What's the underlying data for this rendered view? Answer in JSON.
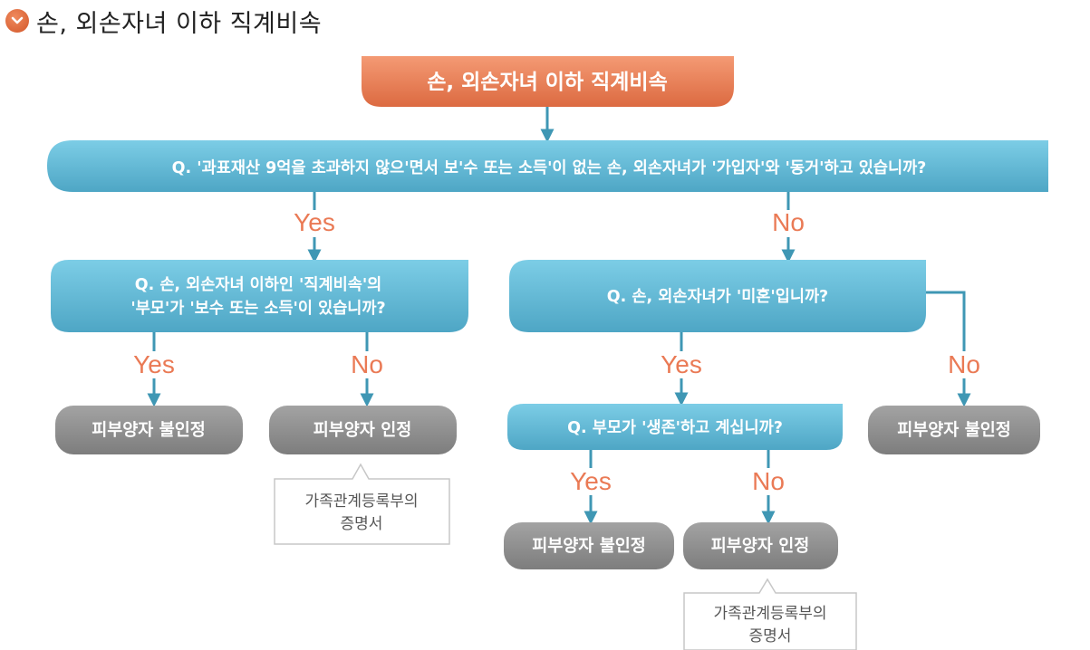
{
  "heading": {
    "icon": "chevron-down-icon",
    "title": "손, 외손자녀 이하 직계비속"
  },
  "colors": {
    "start": "#e77a52",
    "question": "#5fb3cf",
    "result": "#8c8c8c",
    "arrow": "#3f97b4",
    "label": "#ea7a55",
    "accent": "#e0622f"
  },
  "flow": {
    "start": "손, 외손자녀 이하 직계비속",
    "q1": "Q. '과표재산 9억을 초과하지 않으'면서 보'수 또는 소득'이 없는 손, 외손자녀가 '가입자'와 '동거'하고 있습니까?",
    "q1_yes": "Yes",
    "q1_no": "No",
    "q2_line1": "Q. 손, 외손자녀 이하인 '직계비속'의",
    "q2_line2": "'부모'가 '보수 또는 소득'이 있습니까?",
    "q2_yes": "Yes",
    "q2_no": "No",
    "r1": "피부양자 불인정",
    "r2": "피부양자 인정",
    "note1_line1": "가족관계등록부의",
    "note1_line2": "증명서",
    "q3": "Q. 손, 외손자녀가 '미혼'입니까?",
    "q3_yes": "Yes",
    "q3_no": "No",
    "r3": "피부양자 불인정",
    "q4": "Q. 부모가 '생존'하고 계십니까?",
    "q4_yes": "Yes",
    "q4_no": "No",
    "r4": "피부양자 불인정",
    "r5": "피부양자 인정",
    "note2_line1": "가족관계등록부의",
    "note2_line2": "증명서"
  }
}
